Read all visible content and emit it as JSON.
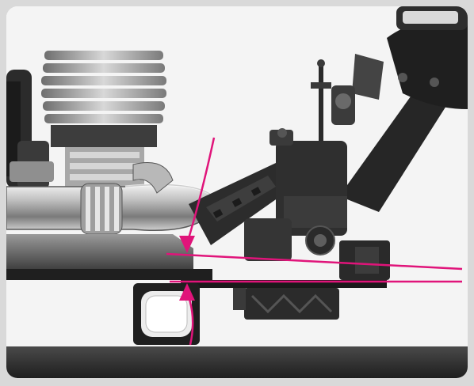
{
  "image": {
    "description_icon": "rc-car-rear-suspension-photo",
    "colors": {
      "accent": "#e0147a",
      "frame": "#d9d9d9",
      "chassis": "#2a2a2a",
      "plastic": "#3a3a3a",
      "metal_light": "#cfcfcf",
      "metal_dark": "#8a8a8a",
      "background": "#f4f4f4"
    },
    "annotations": {
      "angle_lines": 2,
      "arrows": [
        "down-arrow",
        "up-arrow"
      ]
    }
  }
}
